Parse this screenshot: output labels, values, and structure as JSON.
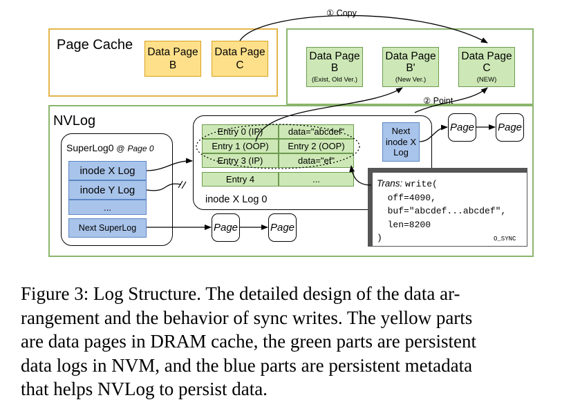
{
  "page_cache": {
    "title": "Page Cache",
    "data_page_b": [
      "Data Page",
      "B"
    ],
    "data_page_c": [
      "Data Page",
      "C"
    ]
  },
  "nvm_pages": {
    "b": {
      "label": [
        "Data Page",
        "B"
      ],
      "note": "(Exist, Old Ver.)"
    },
    "b_prime": {
      "label": [
        "Data Page",
        "B'"
      ],
      "note": "(New Ver.)"
    },
    "c": {
      "label": [
        "Data Page",
        "C"
      ],
      "note": "(NEW)"
    }
  },
  "arrows": {
    "copy": "① Copy",
    "point": "② Point"
  },
  "nvlog": {
    "title": "NVLog",
    "superlog": {
      "title": "SuperLog0",
      "at": "@",
      "page": "Page 0",
      "items": [
        "inode X Log",
        "inode Y Log",
        "...",
        "Next SuperLog"
      ]
    },
    "inode_log": {
      "title": "inode X Log 0",
      "entries": [
        [
          "Entry 0 (IP)",
          "data=\"abcdef\""
        ],
        [
          "Entry 1 (OOP)",
          "Entry 2 (OOP)"
        ],
        [
          "Entry 3 (IP)",
          "data=\"ef\""
        ],
        [
          "Entry 4",
          "..."
        ]
      ]
    },
    "next_inode": [
      "Next",
      "inode X",
      "Log"
    ],
    "page_label": "Page",
    "transaction": {
      "label": "Trans:",
      "lines": [
        "write(",
        "  off=4090,",
        "  buf=\"abcdef...abcdef\",",
        "  len=8200",
        ")"
      ],
      "flag": "O_SYNC"
    }
  },
  "caption": [
    "Figure 3: Log Structure. The detailed design of the data ar-",
    "rangement and the behavior of sync writes. The yellow parts",
    "are data pages in DRAM cache, the green parts are persistent",
    "data logs in NVM, and the blue parts are persistent metadata",
    "that helps NVLog to persist data."
  ],
  "colors": {
    "dram": "#ffe08a",
    "dram_border": "#d6a21e",
    "nvm": "#cde8b6",
    "nvm_border": "#7fae5f",
    "meta": "#a9c4ea"
  }
}
